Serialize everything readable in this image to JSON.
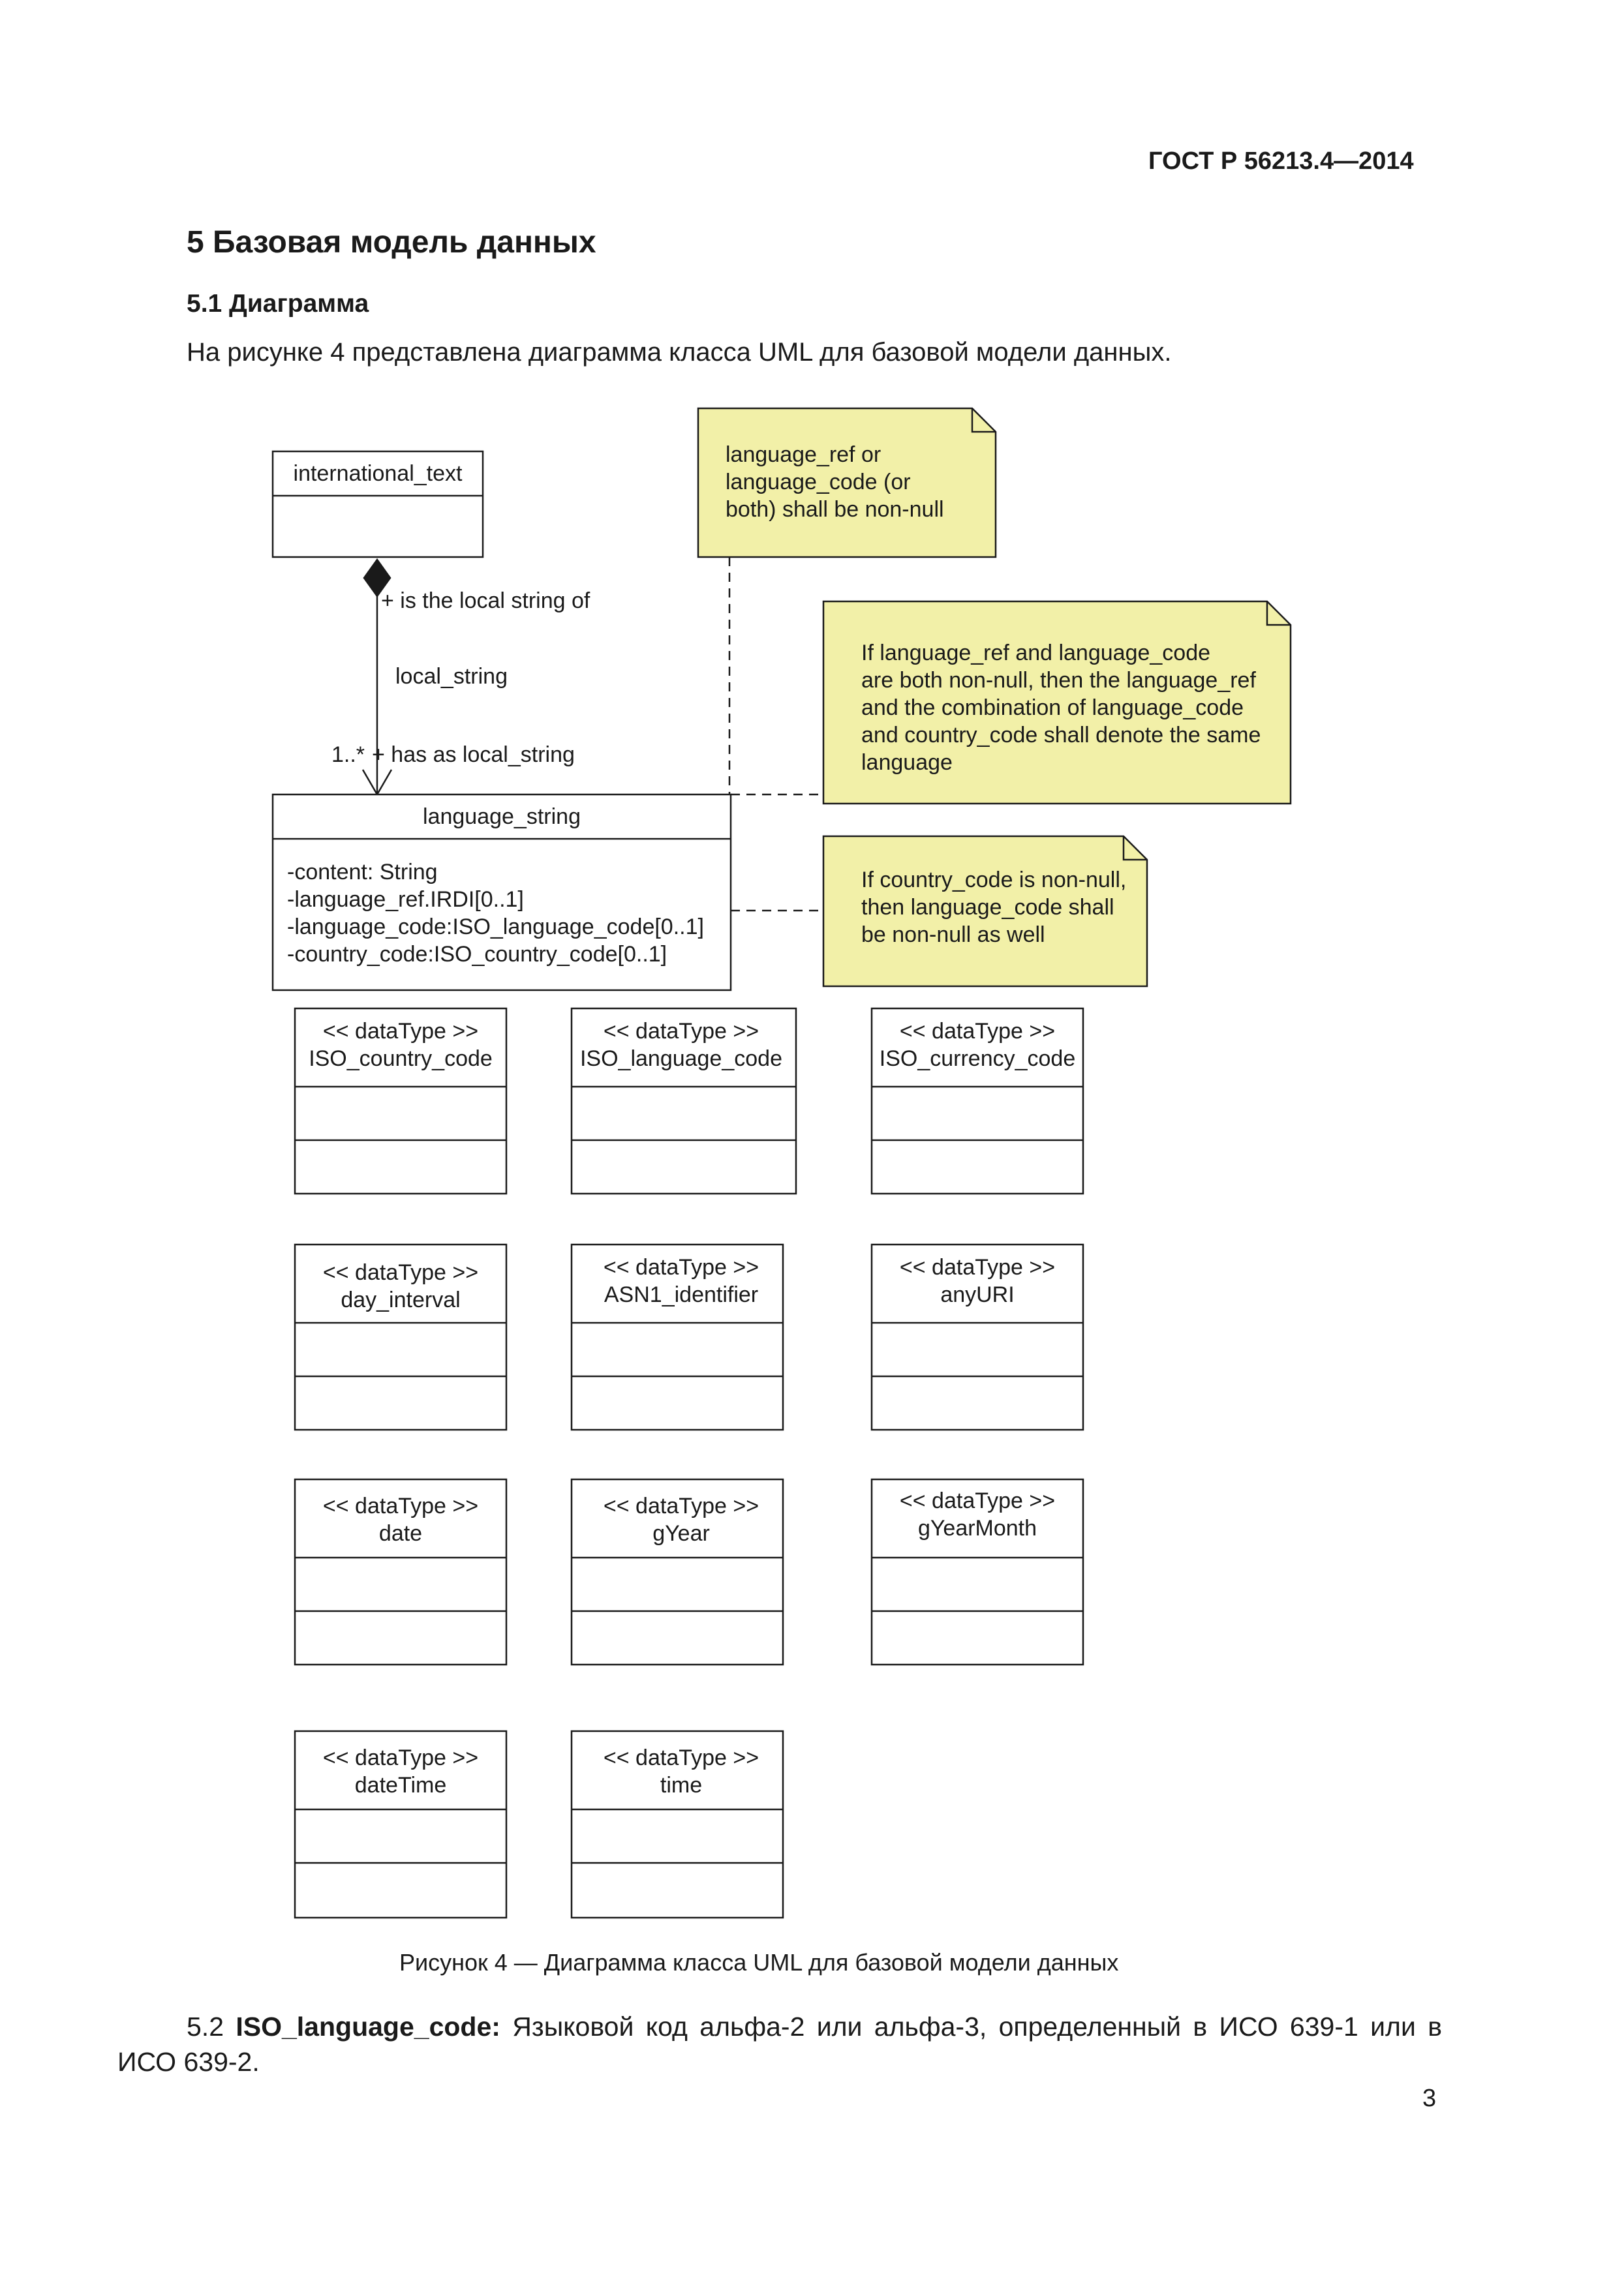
{
  "header": {
    "doc_code": "ГОСТ Р 56213.4—2014"
  },
  "section": {
    "title": "5 Базовая модель данных",
    "subsection_title": "5.1 Диаграмма",
    "intro": "На рисунке 4 представлена диаграмма класса UML для базовой модели данных."
  },
  "diagram": {
    "international_text": {
      "name": "international_text"
    },
    "association": {
      "role_top": "+ is the local string of",
      "name": "local_string",
      "multiplicity": "1..*",
      "role_bottom": "+ has as local_string"
    },
    "language_string": {
      "name": "language_string",
      "attributes": [
        "-content: String",
        "-language_ref.IRDI[0..1]",
        "-language_code:ISO_language_code[0..1]",
        "-country_code:ISO_country_code[0..1]"
      ]
    },
    "notes": {
      "note1": [
        "language_ref or",
        "language_code (or",
        "both) shall be non-null"
      ],
      "note2": [
        "If language_ref and language_code",
        "are both non-null, then the language_ref",
        "and the combination of language_code",
        "and country_code shall denote the same",
        "language"
      ],
      "note3": [
        "If country_code is non-null,",
        "then language_code shall",
        "be non-null as well"
      ]
    },
    "stereotype": "<< dataType >>",
    "datatypes": {
      "ISO_country_code": "ISO_country_code",
      "ISO_language_code": "ISO_language_code",
      "ISO_currency_code": "ISO_currency_code",
      "day_interval": "day_interval",
      "ASN1_identifier": "ASN1_identifier",
      "anyURI": "anyURI",
      "date": "date",
      "gYear": "gYear",
      "gYearMonth": "gYearMonth",
      "dateTime": "dateTime",
      "time": "time"
    },
    "colors": {
      "note_fill": "#f2f0a8",
      "line": "#1a1a1a"
    }
  },
  "caption": "Рисунок 4 — Диаграмма класса UML для базовой модели данных",
  "definition": {
    "number": "5.2",
    "term": "ISO_language_code:",
    "text": "Языковой код альфа-2 или альфа-3, определенный в ИСО 639-1 или в ИСО 639-2."
  },
  "page_number": "3"
}
